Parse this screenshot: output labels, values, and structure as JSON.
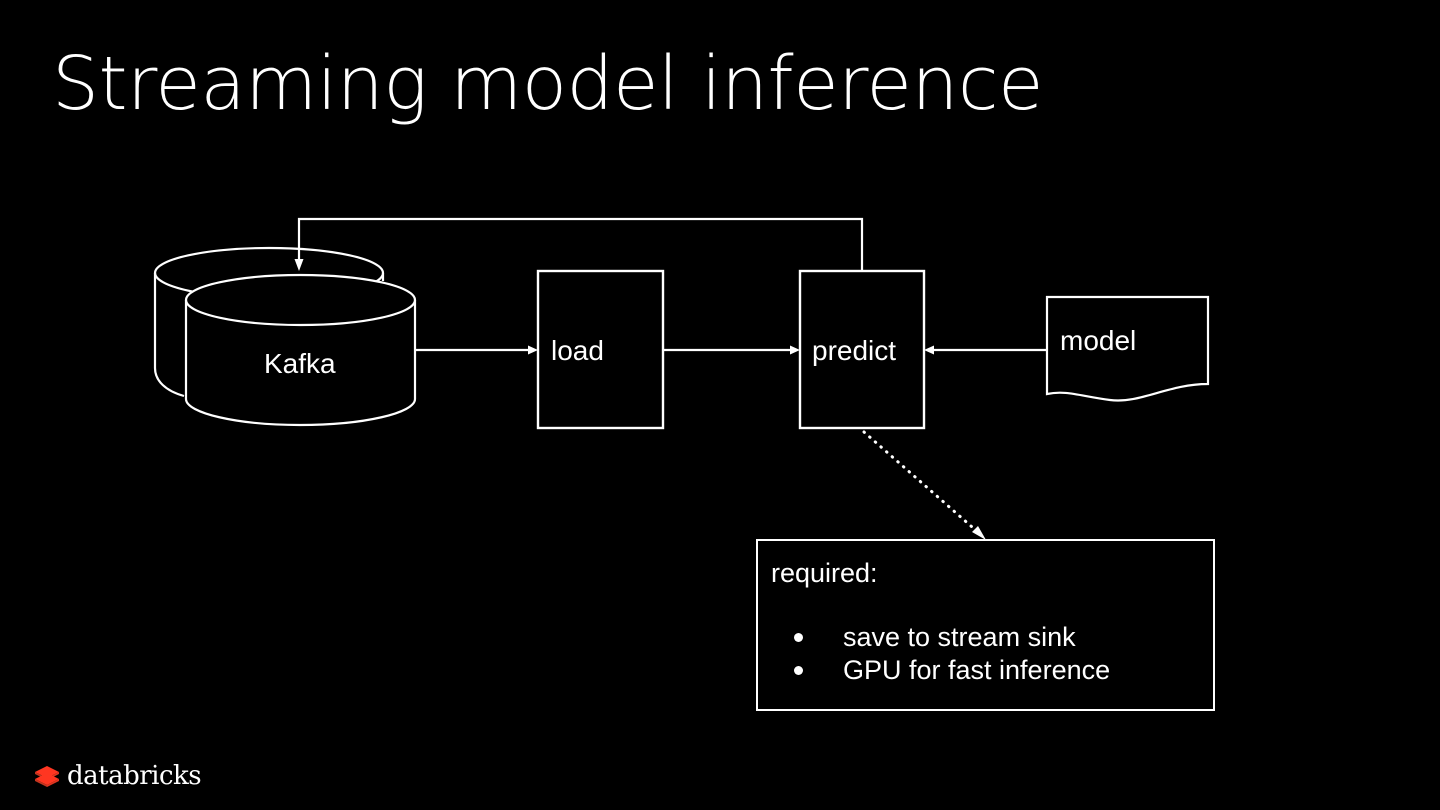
{
  "slide": {
    "background_color": "#000000",
    "text_color": "#ffffff",
    "title": "Streaming model inference"
  },
  "diagram": {
    "type": "flow-diagram",
    "nodes": [
      {
        "id": "kafka",
        "label": "Kafka",
        "shape": "stacked-cylinder"
      },
      {
        "id": "load",
        "label": "load",
        "shape": "rectangle"
      },
      {
        "id": "predict",
        "label": "predict",
        "shape": "rectangle"
      },
      {
        "id": "model",
        "label": "model",
        "shape": "document"
      }
    ],
    "edges": [
      {
        "from": "kafka",
        "to": "load",
        "style": "solid",
        "direction": "right"
      },
      {
        "from": "load",
        "to": "predict",
        "style": "solid",
        "direction": "right"
      },
      {
        "from": "model",
        "to": "predict",
        "style": "solid",
        "direction": "left"
      },
      {
        "from": "predict",
        "to": "kafka",
        "style": "solid",
        "direction": "feedback-top"
      },
      {
        "from": "predict",
        "to": "callout",
        "style": "dotted",
        "direction": "down-right"
      }
    ]
  },
  "callout": {
    "heading": "required:",
    "items": [
      {
        "text": "save to stream sink"
      },
      {
        "text": "GPU for fast inference"
      }
    ]
  },
  "branding": {
    "name": "databricks",
    "mark_color": "#ff3621",
    "mark_color_dark": "#c3351f"
  }
}
